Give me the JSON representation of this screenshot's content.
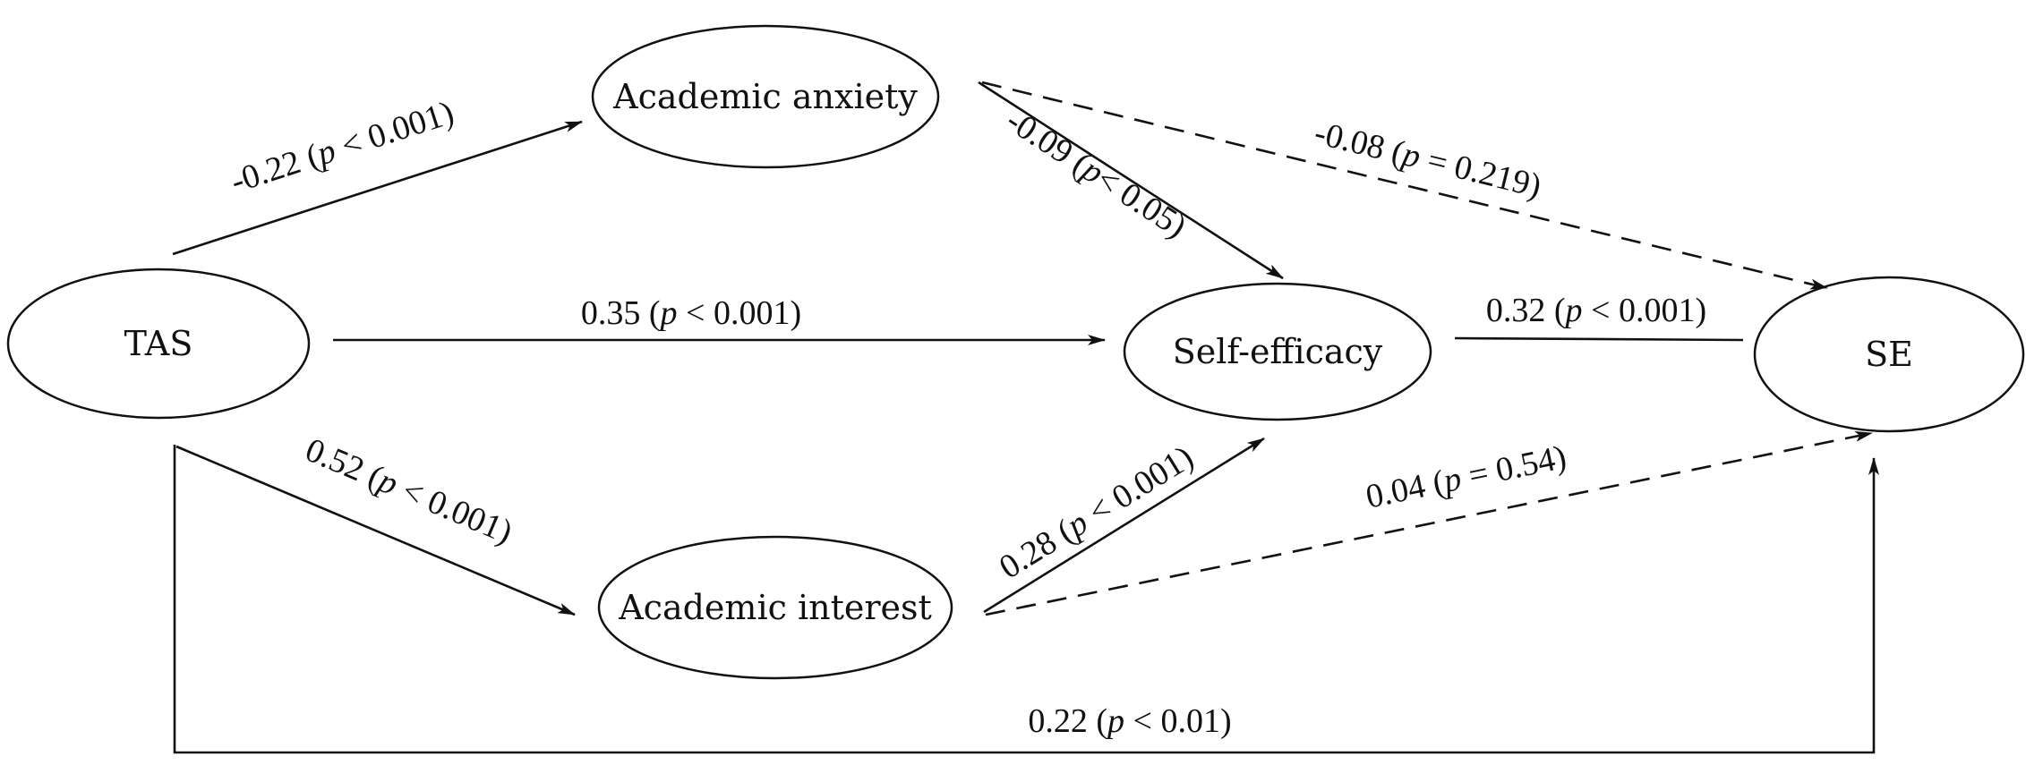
{
  "nodes": {
    "tas": "TAS",
    "anxiety": "Academic anxiety",
    "interest": "Academic interest",
    "efficacy": "Self-efficacy",
    "se": "SE"
  },
  "paths": {
    "tas_anxiety": {
      "coef": "-0.22",
      "p_rel": "< 0.001)"
    },
    "tas_efficacy": {
      "coef": "0.35",
      "p_rel": "< 0.001)"
    },
    "tas_interest": {
      "coef": "0.52",
      "p_rel": "< 0.001)"
    },
    "anxiety_efficacy": {
      "coef": "-0.09",
      "p_rel": "< 0.05)"
    },
    "anxiety_se": {
      "coef": "-0.08",
      "p_rel": "= 0.219)"
    },
    "efficacy_se": {
      "coef": "0.32",
      "p_rel": "< 0.001)"
    },
    "interest_efficacy": {
      "coef": "0.28",
      "p_rel": "< 0.001)"
    },
    "interest_se": {
      "coef": "0.04",
      "p_rel": "= 0.54)"
    },
    "tas_se": {
      "coef": "0.22",
      "p_rel": "< 0.01)"
    }
  },
  "p_symbol": "p",
  "open_paren": "(",
  "colors": {
    "stroke": "#111111",
    "background": "#ffffff"
  }
}
